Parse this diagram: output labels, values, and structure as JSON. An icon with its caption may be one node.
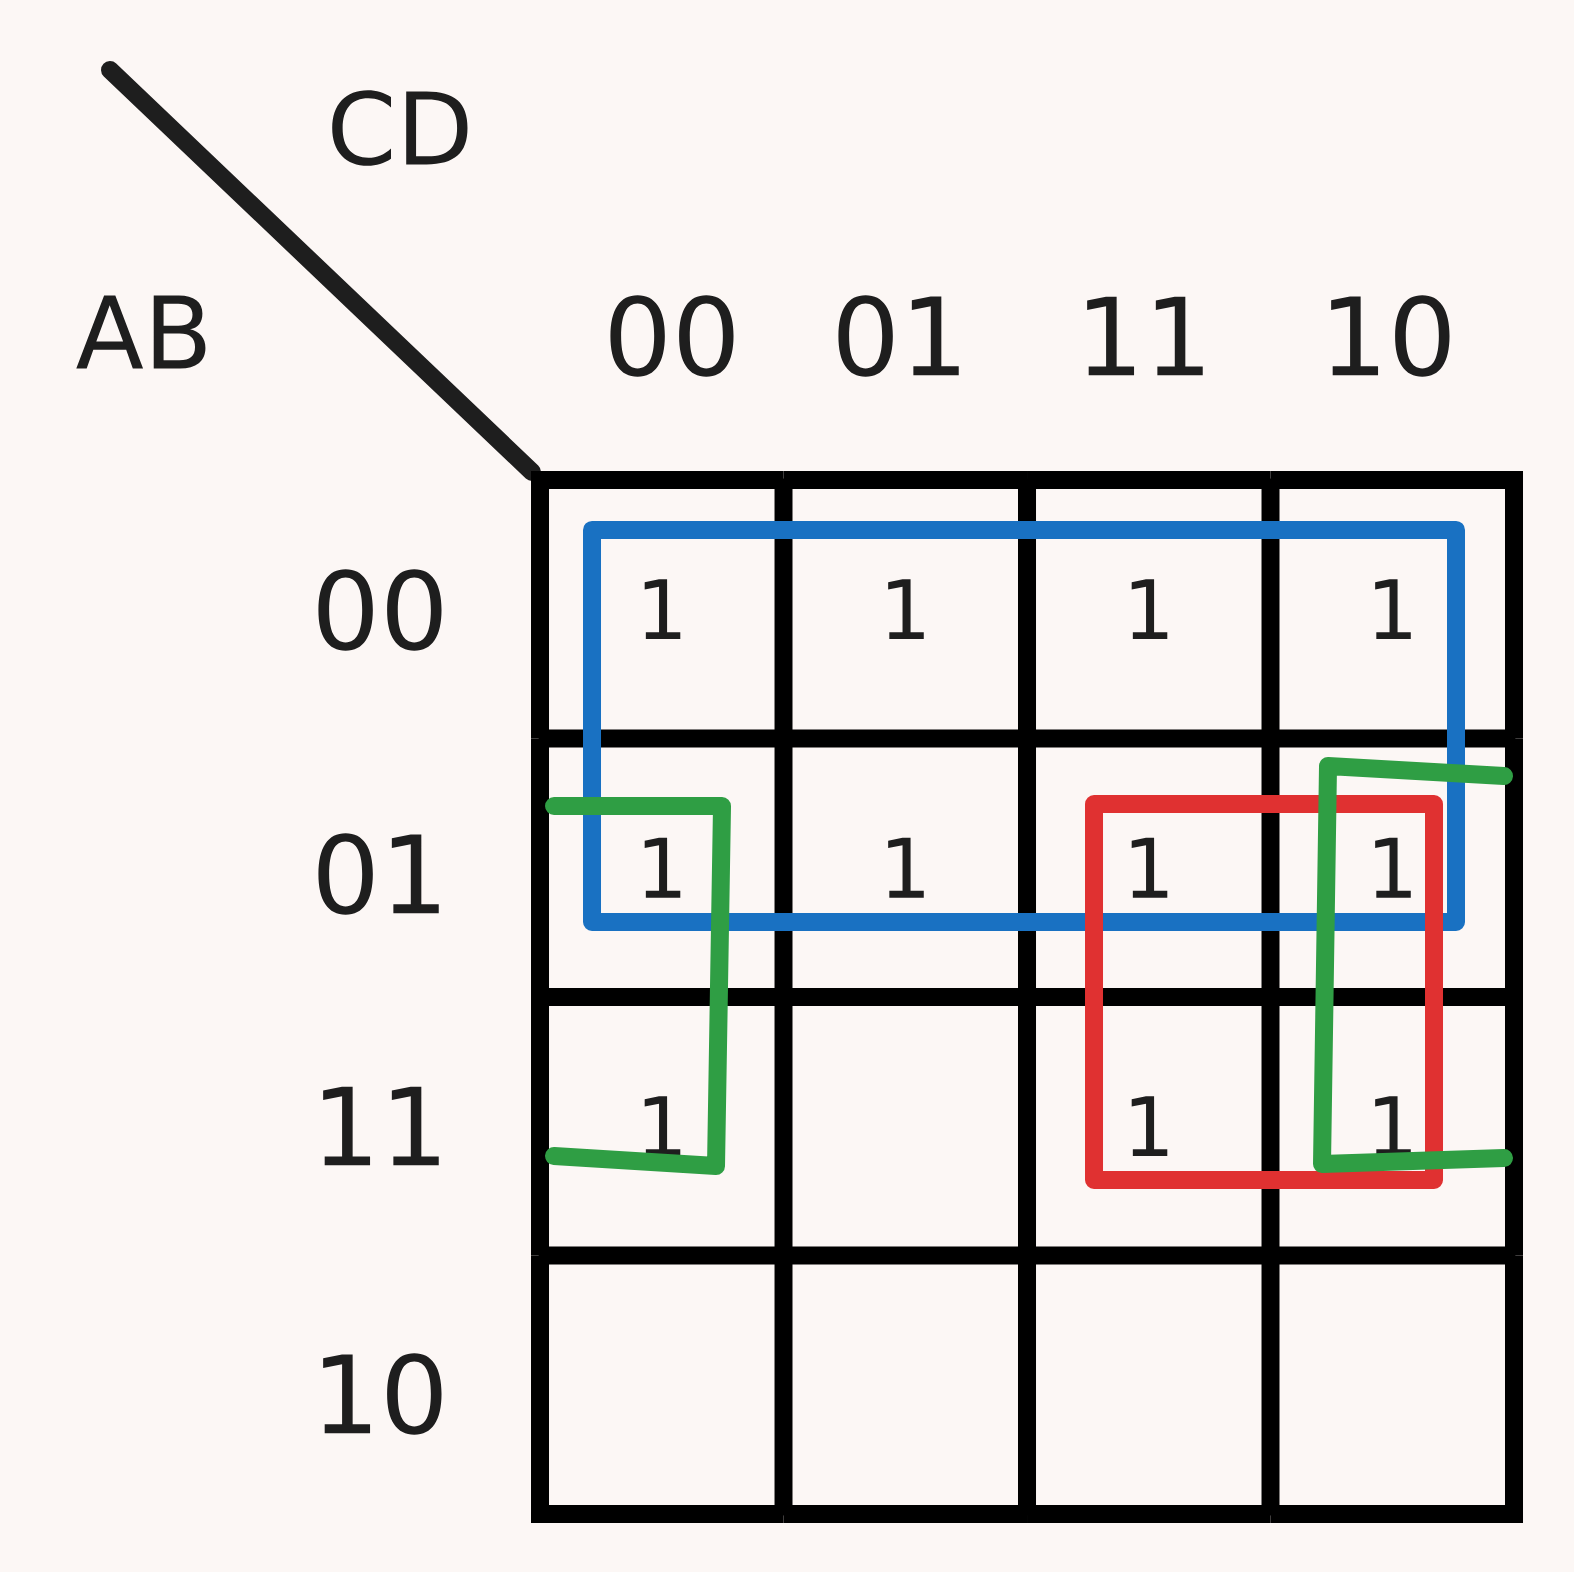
{
  "diagram": {
    "nodes": [
      {
        "text": [
          "1"
        ]
      },
      {
        "text": [
          "1"
        ]
      },
      {
        "text": [
          "1"
        ]
      },
      {
        "text": [
          "1"
        ]
      },
      {
        "text": [
          "1"
        ]
      },
      {
        "text": [
          "1"
        ]
      },
      {
        "text": [
          "1"
        ]
      },
      {
        "text": [
          "1"
        ]
      },
      {
        "text": [
          "1"
        ]
      },
      {
        "text": [],
        "shape": "box"
      },
      {
        "text": [
          "1"
        ]
      },
      {
        "text": [
          "1"
        ]
      },
      {
        "text": [],
        "shape": "box"
      },
      {
        "text": [],
        "shape": "box"
      },
      {
        "text": [],
        "shape": "box"
      },
      {
        "text": [],
        "shape": "box"
      },
      {
        "text": [],
        "shape": "box"
      },
      {
        "text": [],
        "shape": "bracket"
      },
      {
        "text": [],
        "shape": "box"
      },
      {
        "text": [],
        "shape": "bracket"
      }
    ],
    "labels": [
      "CD",
      "AB",
      "00",
      "01",
      "11",
      "10",
      "00",
      "01",
      "11",
      "10"
    ]
  }
}
